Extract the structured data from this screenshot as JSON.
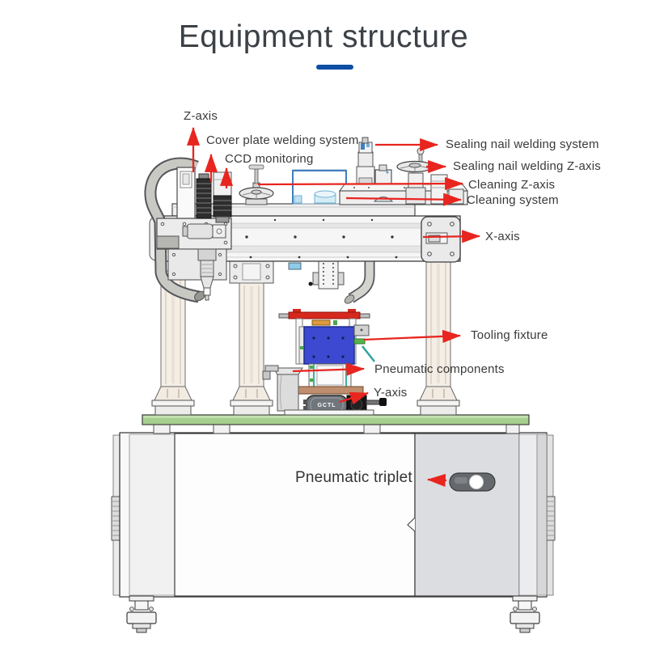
{
  "title": {
    "text": "Equipment structure"
  },
  "accent": {
    "underline_color": "#0d4fa4",
    "arrow_color": "#e8251f"
  },
  "labels": {
    "z_axis": "Z-axis",
    "cover_plate": "Cover plate welding system",
    "ccd": "CCD monitoring",
    "sealing_system": "Sealing nail welding system",
    "sealing_z_axis": "Sealing nail welding Z-axis",
    "cleaning_z_axis": "Cleaning Z-axis",
    "cleaning_system": "Cleaning system",
    "x_axis": "X-axis",
    "tooling_fixture": "Tooling fixture",
    "pneumatic_components": "Pneumatic components",
    "y_axis": "Y-axis",
    "pneumatic_triplet": "Pneumatic triplet"
  },
  "machine": {
    "motor_brand": "GCTL",
    "fixture_color": "#3c49d0",
    "table_color": "#a6cf8f"
  }
}
